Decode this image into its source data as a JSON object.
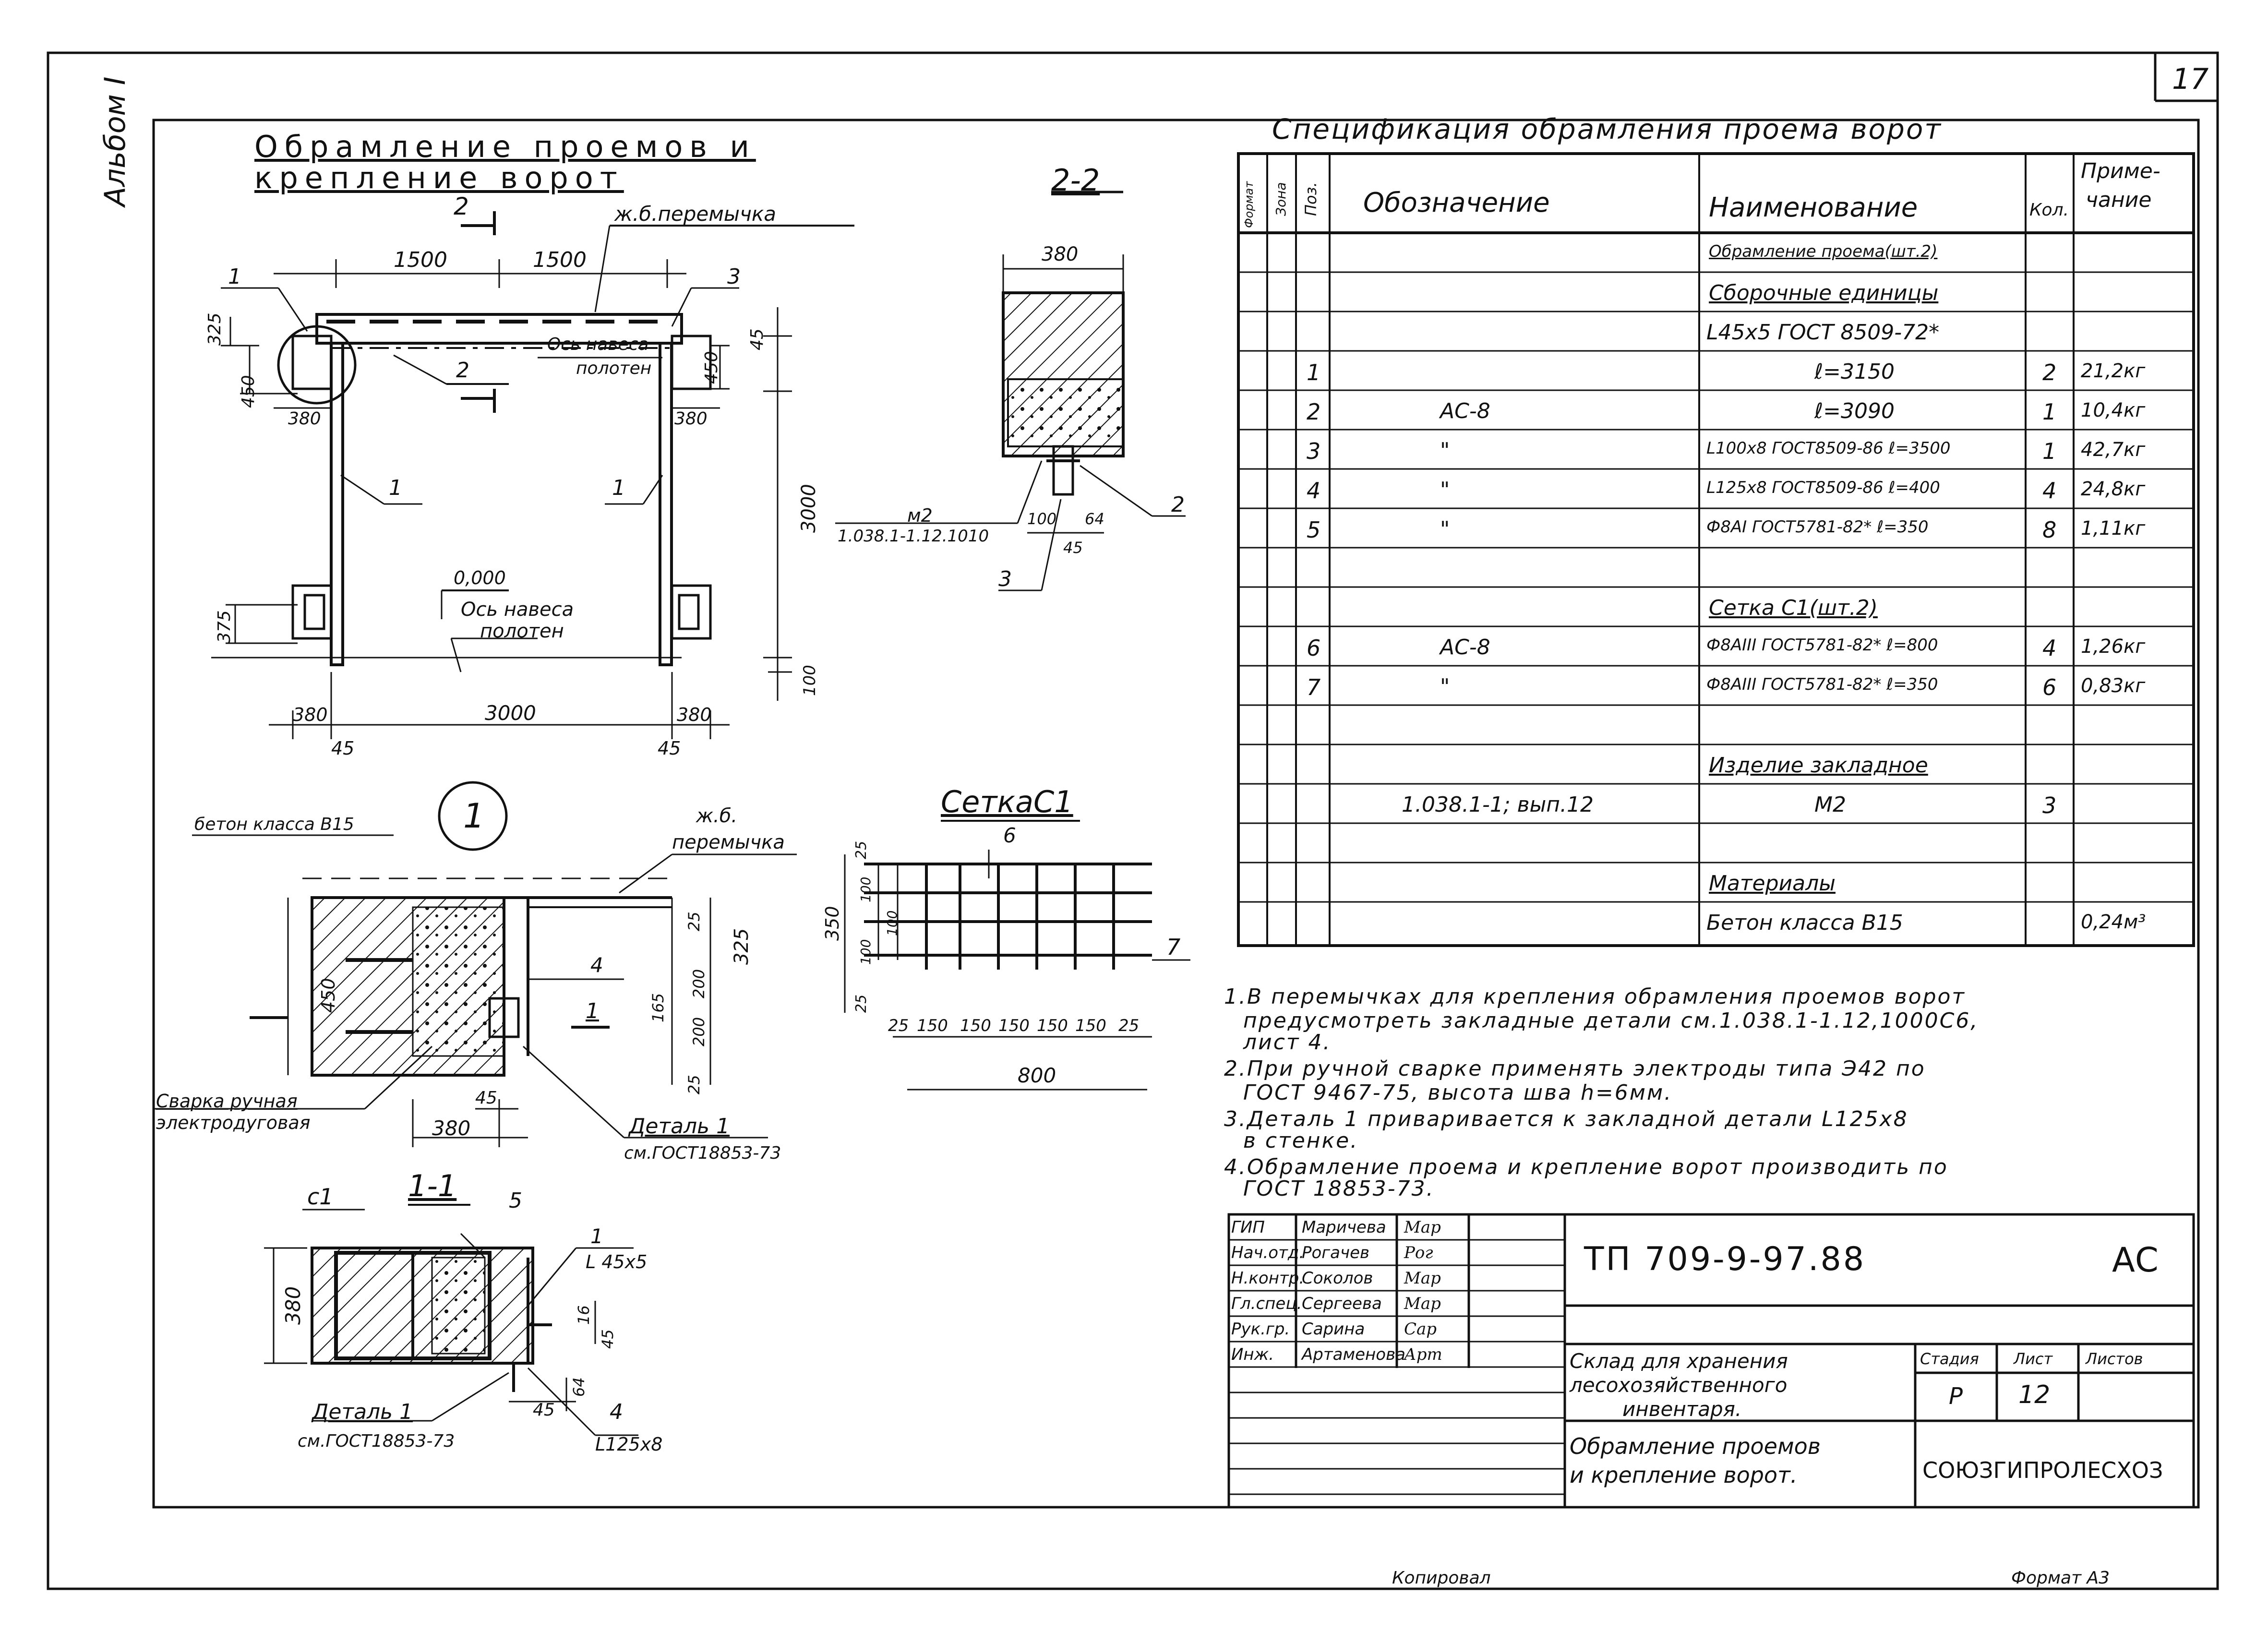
{
  "sheet_number": "17",
  "album_label": "Альбом I",
  "main_title_line1": "Обрамление проемов и",
  "main_title_line2": "крепление ворот",
  "elevation": {
    "section_mark": "2",
    "dim_1500_left": "1500",
    "dim_1500_right": "1500",
    "lintel_label": "ж.б.перемычка",
    "pos_1_left": "1",
    "pos_3": "3",
    "dim_325": "325",
    "dim_450_left": "450",
    "dim_450_right": "450",
    "dim_45_top": "45",
    "axis_top_1": "Ось навеса",
    "axis_top_2": "полотен",
    "pos_2": "2",
    "dim_380_left": "380",
    "dim_380_right": "380",
    "pos_1_col_left": "1",
    "pos_1_col_right": "1",
    "dim_3000_v": "3000",
    "level": "0,000",
    "axis_bottom_1": "Ось навеса",
    "axis_bottom_2": "полотен",
    "dim_375": "375",
    "dim_100": "100",
    "dim_380_bottom_left": "380",
    "dim_3000_h": "3000",
    "dim_380_bottom_right": "380",
    "dim_45_bottom_left": "45",
    "dim_45_bottom_right": "45"
  },
  "section_2_2": {
    "title": "2-2",
    "dim_380": "380",
    "m2_label": "м2",
    "m2_ref": "1.038.1-1.12.1010",
    "dim_100": "100",
    "dim_64": "64",
    "dim_45": "45",
    "pos_2": "2",
    "pos_3": "3"
  },
  "node_1": {
    "mark": "1",
    "concrete_label": "бетон класса В15",
    "lintel_1": "ж.б.",
    "lintel_2": "перемычка",
    "pos_4": "4",
    "dim_450": "450",
    "dim_325": "325",
    "dim_200a": "200",
    "dim_200b": "200",
    "dim_165": "165",
    "dim_25a": "25",
    "dim_25b": "25",
    "section_mark": "1",
    "dim_45": "45",
    "dim_380": "380",
    "weld_1": "Сварка ручная",
    "weld_2": "электродуговая",
    "detail_1": "Деталь 1",
    "detail_ref": "см.ГОСТ18853-73"
  },
  "section_1_1": {
    "title": "1-1",
    "c1": "с1",
    "pos_5": "5",
    "pos_1": "1",
    "angle_1": "L 45x5",
    "dim_380": "380",
    "dim_16": "16",
    "dim_45a": "45",
    "dim_64": "64",
    "dim_45b": "45",
    "pos_4": "4",
    "angle_4": "L125x8",
    "detail_1": "Деталь 1",
    "detail_ref": "см.ГОСТ18853-73"
  },
  "mesh": {
    "title": "СеткаС1",
    "pos_6": "6",
    "pos_7": "7",
    "dim_350": "350",
    "dim_25_top": "25",
    "dim_100a": "100",
    "dim_100b": "100",
    "dim_100c": "100",
    "dim_25_bottom": "25",
    "bottom_dims": [
      "25",
      "150",
      "150",
      "150",
      "150",
      "150",
      "25"
    ],
    "dim_800": "800"
  },
  "spec": {
    "title": "Спецификация обрамления проема ворот",
    "headers": {
      "format": "Формат",
      "zone": "Зона",
      "pos": "Поз.",
      "designation": "Обозначение",
      "name": "Наименование",
      "qty": "Кол.",
      "note_1": "Приме-",
      "note_2": "чание"
    },
    "rows": [
      {
        "pos": "",
        "des": "",
        "name": "Обрамление проема(шт.2)",
        "qty": "",
        "note": "",
        "u": true
      },
      {
        "pos": "",
        "des": "",
        "name": "Сборочные единицы",
        "qty": "",
        "note": "",
        "u": true
      },
      {
        "pos": "",
        "des": "",
        "name": "L45x5 ГОСТ 8509-72*",
        "qty": "",
        "note": ""
      },
      {
        "pos": "1",
        "des": "",
        "name": "ℓ=3150",
        "qty": "2",
        "note": "21,2кг"
      },
      {
        "pos": "2",
        "des": "АС-8",
        "name": "ℓ=3090",
        "qty": "1",
        "note": "10,4кг"
      },
      {
        "pos": "3",
        "des": "\"",
        "name": "L100x8 ГОСТ8509-86 ℓ=3500",
        "qty": "1",
        "note": "42,7кг"
      },
      {
        "pos": "4",
        "des": "\"",
        "name": "L125x8 ГОСТ8509-86 ℓ=400",
        "qty": "4",
        "note": "24,8кг"
      },
      {
        "pos": "5",
        "des": "\"",
        "name": "Ф8АI ГОСТ5781-82* ℓ=350",
        "qty": "8",
        "note": "1,11кг"
      },
      {
        "pos": "",
        "des": "",
        "name": "",
        "qty": "",
        "note": ""
      },
      {
        "pos": "",
        "des": "",
        "name": "Сетка С1(шт.2)",
        "qty": "",
        "note": "",
        "u": true
      },
      {
        "pos": "6",
        "des": "АС-8",
        "name": "Ф8АIII ГОСТ5781-82* ℓ=800",
        "qty": "4",
        "note": "1,26кг"
      },
      {
        "pos": "7",
        "des": "\"",
        "name": "Ф8АIII ГОСТ5781-82* ℓ=350",
        "qty": "6",
        "note": "0,83кг"
      },
      {
        "pos": "",
        "des": "",
        "name": "",
        "qty": "",
        "note": ""
      },
      {
        "pos": "",
        "des": "",
        "name": "Изделие закладное",
        "qty": "",
        "note": "",
        "u": true
      },
      {
        "pos": "",
        "des": "1.038.1-1; вып.12",
        "name": "М2",
        "qty": "3",
        "note": ""
      },
      {
        "pos": "",
        "des": "",
        "name": "",
        "qty": "",
        "note": ""
      },
      {
        "pos": "",
        "des": "",
        "name": "Материалы",
        "qty": "",
        "note": "",
        "u": true
      },
      {
        "pos": "",
        "des": "",
        "name": "Бетон класса В15",
        "qty": "",
        "note": "0,24м³"
      }
    ]
  },
  "notes": [
    "1.В перемычках для крепления обрамления проемов ворот",
    "предусмотреть закладные детали см.1.038.1-1.12,1000С6,",
    "лист 4.",
    "2.При ручной сварке применять электроды типа Э42 по",
    "ГОСТ 9467-75, высота шва h=6мм.",
    "3.Деталь 1 приваривается к закладной детали L125x8",
    "в стенке.",
    "4.Обрамление проема и крепление ворот производить по",
    "ГОСТ 18853-73."
  ],
  "title_block": {
    "roles": [
      {
        "role": "ГИП",
        "name": "Маричева",
        "sign": "Мар"
      },
      {
        "role": "Нач.отд.",
        "name": "Рогачев",
        "sign": "Рог"
      },
      {
        "role": "Н.контр.",
        "name": "Соколов",
        "sign": "Мар"
      },
      {
        "role": "Гл.спец.",
        "name": "Сергеева",
        "sign": "Мар"
      },
      {
        "role": "Рук.гр.",
        "name": "Сарина",
        "sign": "Сар"
      },
      {
        "role": "Инж.",
        "name": "Артаменова",
        "sign": "Арт"
      }
    ],
    "code": "ТП 709-9-97.88",
    "mark": "АС",
    "object_1": "Склад для хранения",
    "object_2": "лесохозяйственного",
    "object_3": "инвентаря.",
    "sheet_name_1": "Обрамление проемов",
    "sheet_name_2": "и крепление ворот.",
    "stage_h": "Стадия",
    "sheet_h": "Лист",
    "sheets_h": "Листов",
    "stage": "Р",
    "sheet": "12",
    "org": "СОЮЗГИПРОЛЕСХОЗ"
  },
  "footer": {
    "copied": "Копировал",
    "format": "Формат А3"
  }
}
